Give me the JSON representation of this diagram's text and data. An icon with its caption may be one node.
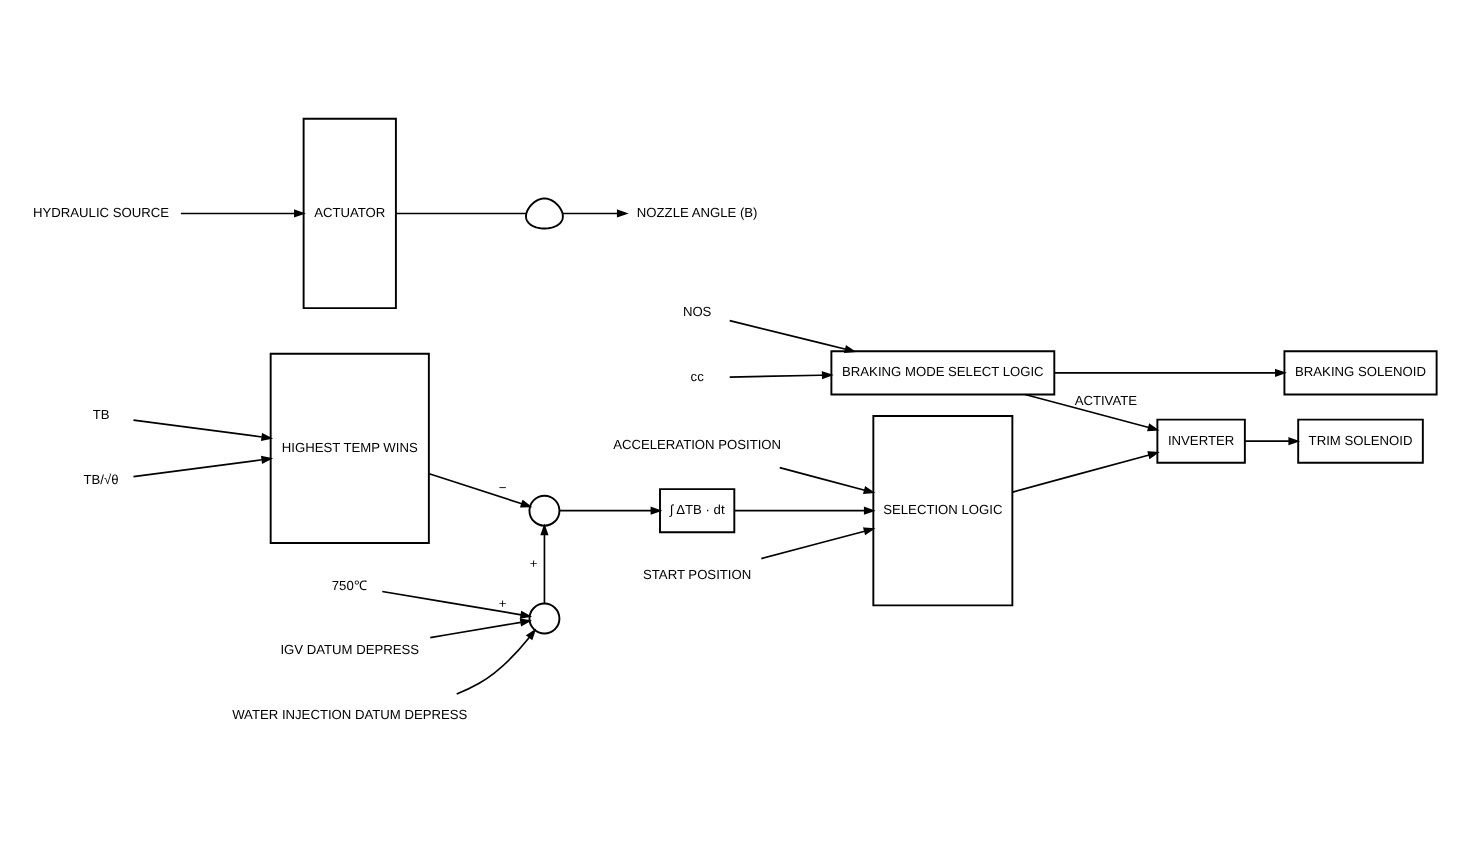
{
  "diagram": {
    "nodes": [
      {
        "text": [
          "HIGHEST TEMP WINS"
        ]
      },
      {
        "text": [
          "TB"
        ]
      },
      {
        "text": [
          "TB/√θ"
        ]
      },
      {
        "text": [],
        "shape": "circle"
      },
      {
        "text": [
          "∫ ΔTB · dt"
        ]
      },
      {
        "text": [],
        "shape": "circle"
      },
      {
        "text": [
          "750℃"
        ]
      },
      {
        "text": [
          "IGV DATUM DEPRESS"
        ]
      },
      {
        "text": [
          "WATER INJECTION DATUM DEPRESS"
        ]
      },
      {
        "text": [
          "START POSITION"
        ]
      },
      {
        "text": [
          "ACCELERATION POSITION"
        ]
      },
      {
        "text": [
          "SELECTION LOGIC"
        ]
      },
      {
        "text": [
          "INVERTER"
        ]
      },
      {
        "text": [
          "BRAKING MODE SELECT LOGIC"
        ]
      },
      {
        "text": [
          "cc"
        ]
      },
      {
        "text": [
          "NOS"
        ]
      },
      {
        "text": [
          "TRIM SOLENOID"
        ]
      },
      {
        "text": [
          "BRAKING SOLENOID"
        ]
      },
      {
        "text": [
          "HYDRAULIC SOURCE"
        ]
      },
      {
        "text": [
          "ACTUATOR"
        ]
      },
      {
        "text": [
          "NOZZLE ANGLE (B)"
        ]
      },
      {
        "text": [],
        "shape": "picture"
      }
    ],
    "edges": [
      {
        "from": 1,
        "to": 0,
        "arrow": "to"
      },
      {
        "from": 2,
        "to": 0,
        "arrow": "to"
      },
      {
        "from": 0,
        "to": 3,
        "arrow": "to",
        "label": "−"
      },
      {
        "from": 3,
        "to": 4,
        "arrow": "to"
      },
      {
        "from": 5,
        "to": 3,
        "arrow": "to",
        "label": "+"
      },
      {
        "from": 6,
        "to": 5,
        "arrow": "to",
        "label": "+"
      },
      {
        "from": 7,
        "to": 5,
        "arrow": "to"
      },
      {
        "from": 8,
        "to": 5,
        "arrow": "to"
      },
      {
        "from": 4,
        "to": 11,
        "arrow": "to"
      },
      {
        "from": 9,
        "to": 11,
        "arrow": "to"
      },
      {
        "from": 10,
        "to": 11,
        "arrow": "to"
      },
      {
        "from": 11,
        "to": 12,
        "arrow": "to"
      },
      {
        "from": 12,
        "to": 16,
        "arrow": "to"
      },
      {
        "from": 13,
        "to": 12,
        "arrow": "to",
        "label": "ACTIVATE"
      },
      {
        "from": 13,
        "to": 17,
        "arrow": "to"
      },
      {
        "from": 14,
        "to": 13,
        "arrow": "to"
      },
      {
        "from": 15,
        "to": 13,
        "arrow": "to"
      },
      {
        "from": 18,
        "to": 19,
        "arrow": "to"
      },
      {
        "from": 19,
        "to": 21,
        "arrow": "none"
      },
      {
        "from": 21,
        "to": 20,
        "arrow": "to"
      }
    ]
  }
}
